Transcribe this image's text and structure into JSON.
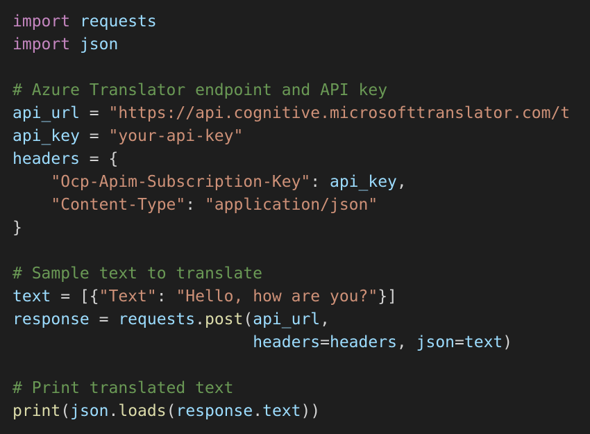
{
  "editor": {
    "theme": {
      "background": "#1e1e1e",
      "keyword": "#c586c0",
      "variable": "#9cdcfe",
      "string": "#ce9178",
      "comment": "#6a9955",
      "function": "#dcdcaa",
      "punctuation": "#d4d4d4"
    },
    "lines": [
      [
        [
          "kw",
          "import"
        ],
        [
          "p",
          " "
        ],
        [
          "var",
          "requests"
        ]
      ],
      [
        [
          "kw",
          "import"
        ],
        [
          "p",
          " "
        ],
        [
          "var",
          "json"
        ]
      ],
      [],
      [
        [
          "cm",
          "# Azure Translator endpoint and API key"
        ]
      ],
      [
        [
          "var",
          "api_url"
        ],
        [
          "p",
          " = "
        ],
        [
          "str",
          "\"https://api.cognitive.microsofttranslator.com/t"
        ]
      ],
      [
        [
          "var",
          "api_key"
        ],
        [
          "p",
          " = "
        ],
        [
          "str",
          "\"your-api-key\""
        ]
      ],
      [
        [
          "var",
          "headers"
        ],
        [
          "p",
          " = {"
        ]
      ],
      [
        [
          "p",
          "    "
        ],
        [
          "str",
          "\"Ocp-Apim-Subscription-Key\""
        ],
        [
          "p",
          ": "
        ],
        [
          "var",
          "api_key"
        ],
        [
          "p",
          ","
        ]
      ],
      [
        [
          "p",
          "    "
        ],
        [
          "str",
          "\"Content-Type\""
        ],
        [
          "p",
          ": "
        ],
        [
          "str",
          "\"application/json\""
        ]
      ],
      [
        [
          "p",
          "}"
        ]
      ],
      [],
      [
        [
          "cm",
          "# Sample text to translate"
        ]
      ],
      [
        [
          "var",
          "text"
        ],
        [
          "p",
          " = [{"
        ],
        [
          "str",
          "\"Text\""
        ],
        [
          "p",
          ": "
        ],
        [
          "str",
          "\"Hello, how are you?\""
        ],
        [
          "p",
          "}]"
        ]
      ],
      [
        [
          "var",
          "response"
        ],
        [
          "p",
          " = "
        ],
        [
          "var",
          "requests"
        ],
        [
          "p",
          "."
        ],
        [
          "fn",
          "post"
        ],
        [
          "p",
          "("
        ],
        [
          "var",
          "api_url"
        ],
        [
          "p",
          ","
        ]
      ],
      [
        [
          "p",
          "                         "
        ],
        [
          "var",
          "headers"
        ],
        [
          "p",
          "="
        ],
        [
          "var",
          "headers"
        ],
        [
          "p",
          ", "
        ],
        [
          "var",
          "json"
        ],
        [
          "p",
          "="
        ],
        [
          "var",
          "text"
        ],
        [
          "p",
          ")"
        ]
      ],
      [],
      [
        [
          "cm",
          "# Print translated text"
        ]
      ],
      [
        [
          "fn",
          "print"
        ],
        [
          "p",
          "("
        ],
        [
          "var",
          "json"
        ],
        [
          "p",
          "."
        ],
        [
          "fn",
          "loads"
        ],
        [
          "p",
          "("
        ],
        [
          "var",
          "response"
        ],
        [
          "p",
          "."
        ],
        [
          "var",
          "text"
        ],
        [
          "p",
          "))"
        ]
      ]
    ]
  }
}
